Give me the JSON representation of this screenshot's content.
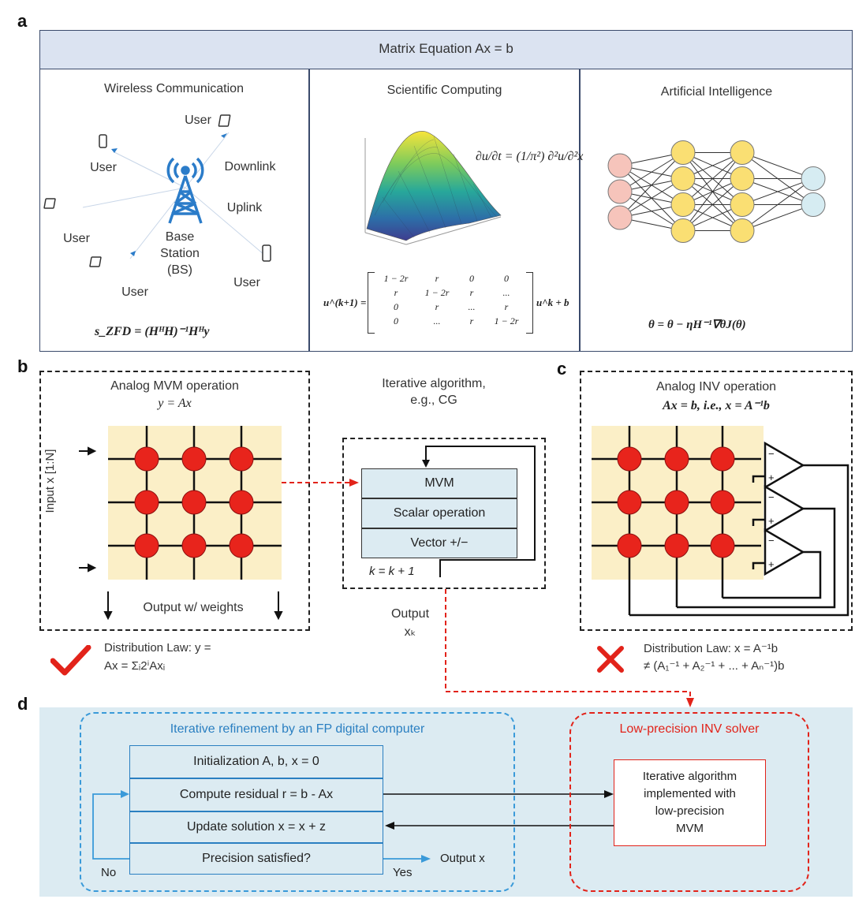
{
  "panel_labels": {
    "a": "a",
    "b": "b",
    "c": "c",
    "d": "d"
  },
  "panel_a": {
    "header": "Matrix Equation Ax = b",
    "wireless": {
      "title": "Wireless Communication",
      "users": [
        "User",
        "User",
        "User",
        "User",
        "User"
      ],
      "downlink": "Downlink",
      "uplink": "Uplink",
      "base_station": [
        "Base",
        "Station",
        "(BS)"
      ],
      "equation": "s_ZFD = (HᴴH)⁻¹Hᴴy"
    },
    "scientific": {
      "title": "Scientific Computing",
      "pde": "∂u/∂t = (1/π²) ∂²u/∂²x",
      "update_lhs": "u^(k+1) =",
      "matrix_rows": [
        [
          "1 − 2r",
          "r",
          "0",
          "0"
        ],
        [
          "r",
          "1 − 2r",
          "r",
          "..."
        ],
        [
          "0",
          "r",
          "...",
          "r"
        ],
        [
          "0",
          "...",
          "r",
          "1 − 2r"
        ]
      ],
      "update_rhs": "u^k + b"
    },
    "ai": {
      "title": "Artificial Intelligence",
      "equation": "θ = θ − ηH⁻¹∇θJ(θ)",
      "layers": [
        3,
        4,
        4,
        2
      ]
    }
  },
  "panel_b": {
    "title_line1": "Analog MVM operation",
    "title_line2": "y = Ax",
    "input_label": "Input x [1:N]",
    "output_label": "Output w/ weights",
    "check_text_line1": "Distribution Law: y =",
    "check_text_line2": "Ax = Σᵢ2ⁱAxᵢ"
  },
  "iterative": {
    "title_line1": "Iterative algorithm,",
    "title_line2": "e.g., CG",
    "steps": [
      "MVM",
      "Scalar operation",
      "Vector +/−"
    ],
    "counter": "k = k + 1",
    "output_line1": "Output",
    "output_line2": "xₖ"
  },
  "panel_c": {
    "title_line1": "Analog INV operation",
    "title_line2": "Ax = b, i.e., x = A⁻¹b",
    "cross_text_line1": "Distribution Law: x = A⁻¹b",
    "cross_text_line2": "≠ (A₁⁻¹ + A₂⁻¹ + ... + Aₙ⁻¹)b"
  },
  "panel_d": {
    "left_title": "Iterative refinement by an FP digital computer",
    "steps": [
      "Initialization A, b, x = 0",
      "Compute residual r = b - Ax",
      "Update solution x = x + z",
      "Precision satisfied?"
    ],
    "no_label": "No",
    "yes_label": "Yes",
    "output_label": "Output x",
    "right_title": "Low-precision INV solver",
    "solver_lines": [
      "Iterative algorithm",
      "implemented with",
      "low-precision",
      "MVM"
    ]
  },
  "colors": {
    "header_bg": "#dbe3f1",
    "panel_d_bg": "#dcebf2",
    "node_red": "#e8241c",
    "grid_bg": "#fbefc7",
    "antenna_blue": "#2b7cc9",
    "nn_pink": "#f6c4bb",
    "nn_yellow": "#fadf73",
    "nn_blue": "#d6ecf2",
    "dash_red": "#e2231a",
    "dash_blue": "#3a9ad9"
  }
}
